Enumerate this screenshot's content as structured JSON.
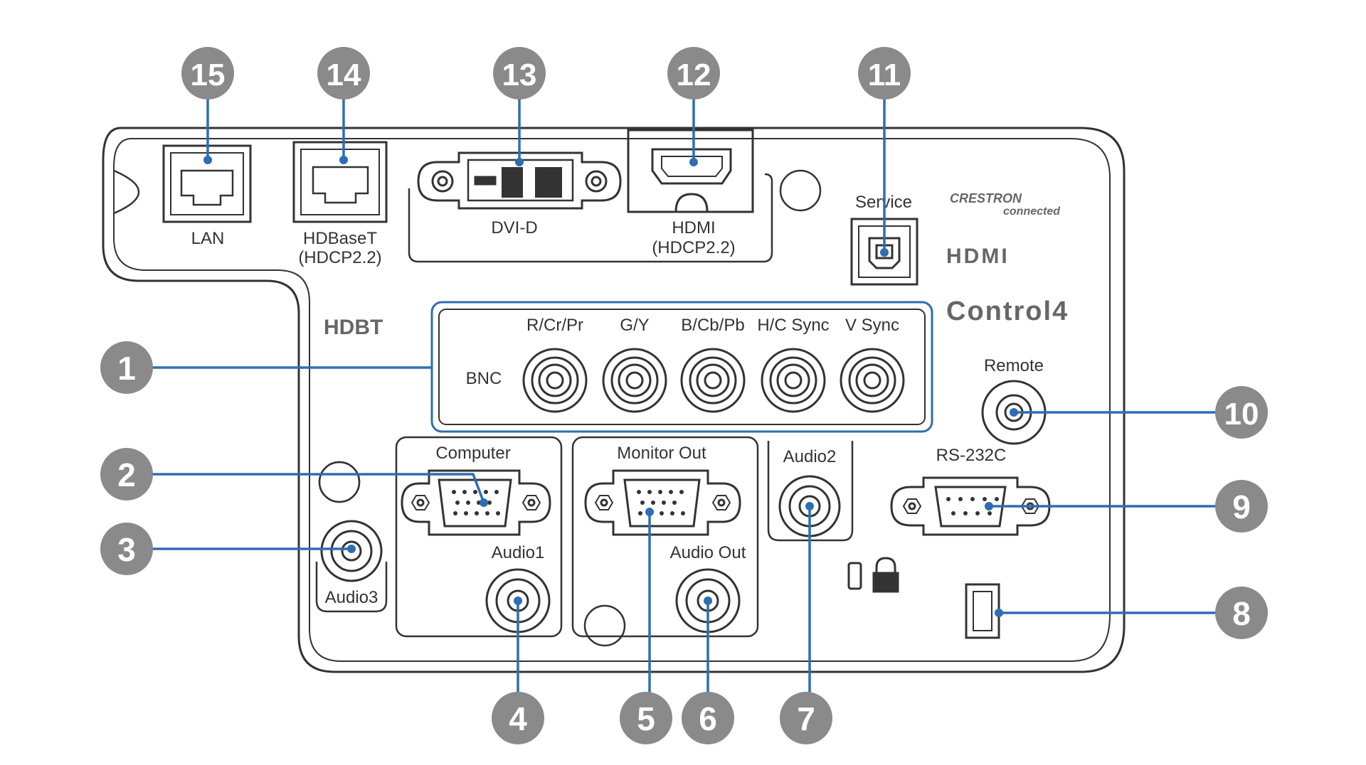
{
  "labels": {
    "lan": "LAN",
    "hdbaset": "HDBaseT",
    "hdbaset_sub": "(HDCP2.2)",
    "dvid": "DVI-D",
    "hdmi": "HDMI",
    "hdmi_sub": "(HDCP2.2)",
    "service": "Service",
    "bnc": "BNC",
    "rcrpr": "R/Cr/Pr",
    "gy": "G/Y",
    "bcbpb": "B/Cb/Pb",
    "hcsync": "H/C Sync",
    "vsync": "V Sync",
    "remote": "Remote",
    "computer": "Computer",
    "monitor_out": "Monitor Out",
    "audio2": "Audio2",
    "rs232c": "RS-232C",
    "audio1": "Audio1",
    "audio_out": "Audio Out",
    "audio3": "Audio3"
  },
  "logos": {
    "crestron": "CRESTRON",
    "crestron_sub": "connected",
    "hdmi_logo": "HDMI",
    "control4": "Control4",
    "hdbt": "HDBT"
  },
  "callouts": [
    "1",
    "2",
    "3",
    "4",
    "5",
    "6",
    "7",
    "8",
    "9",
    "10",
    "11",
    "12",
    "13",
    "14",
    "15"
  ],
  "colors": {
    "leader": "#2e6db4",
    "callout_fill": "#8a8a8a",
    "outline": "#333333"
  }
}
